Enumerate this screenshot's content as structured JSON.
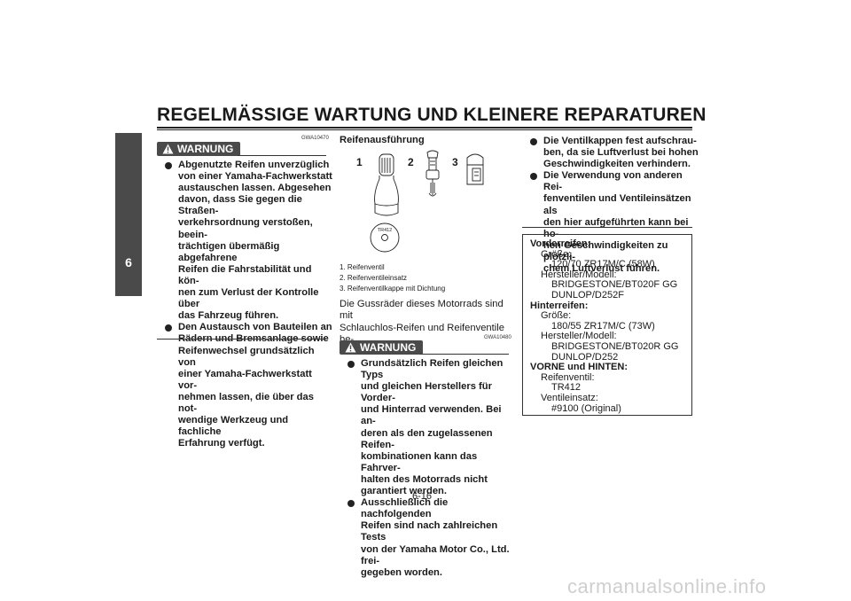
{
  "header": {
    "title": "REGELMÄSSIGE WARTUNG UND KLEINERE REPARATUREN"
  },
  "chapter_tab": "6",
  "left_warning": {
    "badge": "WARNUNG",
    "code": "GWA10470",
    "bullets": [
      "Abgenutzte Reifen unverzüglich\nvon einer Yamaha-Fachwerkstatt\naustauschen lassen. Abgesehen\ndavon, dass Sie gegen die Straßen-\nverkehrsordnung verstoßen, beein-\nträchtigen übermäßig abgefahrene\nReifen die Fahrstabilität und kön-\nnen zum Verlust der Kontrolle über\ndas Fahrzeug führen.",
      "Den Austausch von Bauteilen an\nRädern und Bremsanlage sowie\nReifenwechsel grundsätzlich von\neiner Yamaha-Fachwerkstatt vor-\nnehmen lassen, die über das not-\nwendige Werkzeug und fachliche\nErfahrung verfügt."
    ]
  },
  "middle": {
    "heading": "Reifenausführung",
    "figure_numbers": [
      "1",
      "2",
      "3"
    ],
    "cap_text": "TR412",
    "captions": [
      "1. Reifenventil",
      "2. Reifenventileinsatz",
      "3. Reifenventilkappe mit Dichtung"
    ],
    "paragraph": "Die Gussräder dieses Motorrads sind mit\nSchlauchlos-Reifen und Reifenventile be-\nstückt.",
    "warning": {
      "badge": "WARNUNG",
      "code": "GWA10480",
      "bullets": [
        "Grundsätzlich Reifen gleichen Typs\nund gleichen Herstellers für Vorder-\nund Hinterrad verwenden. Bei an-\nderen als den zugelassenen Reifen-\nkombinationen kann das Fahrver-\nhalten des Motorrads nicht\ngarantiert werden.",
        "Ausschließlich die nachfolgenden\nReifen sind nach zahlreichen Tests\nvon der Yamaha Motor Co., Ltd. frei-\ngegeben worden."
      ]
    }
  },
  "right": {
    "bullets": [
      "Die Ventilkappen fest aufschrau-\nben, da sie Luftverlust bei hohen\nGeschwindigkeiten verhindern.",
      "Die Verwendung von anderen Rei-\nfenventilen und Ventileinsätzen als\nden hier aufgeführten kann bei ho-\nhen Geschwindigkeiten zu plötzli-\nchem Luftverlust führen."
    ],
    "spec": {
      "front_heading": "Vorderreifen:",
      "size_label": "Größe:",
      "front_size": "120/70 ZR17M/C (58W)",
      "maker_label": "Hersteller/Modell:",
      "front_model_1": "BRIDGESTONE/BT020F GG",
      "front_model_2": "DUNLOP/D252F",
      "rear_heading": "Hinterreifen:",
      "rear_size_label": "Größe:",
      "rear_size": "180/55 ZR17M/C (73W)",
      "rear_maker_label": "Hersteller/Modell:",
      "rear_model_1": "BRIDGESTONE/BT020R GG",
      "rear_model_2": "DUNLOP/D252",
      "both_heading": "VORNE und HINTEN:",
      "valve_label": "Reifenventil:",
      "valve_value": "TR412",
      "core_label": "Ventileinsatz:",
      "core_value": "#9100 (Original)"
    }
  },
  "footer": {
    "page_number": "6-16",
    "watermark": "carmanualsonline.info"
  }
}
